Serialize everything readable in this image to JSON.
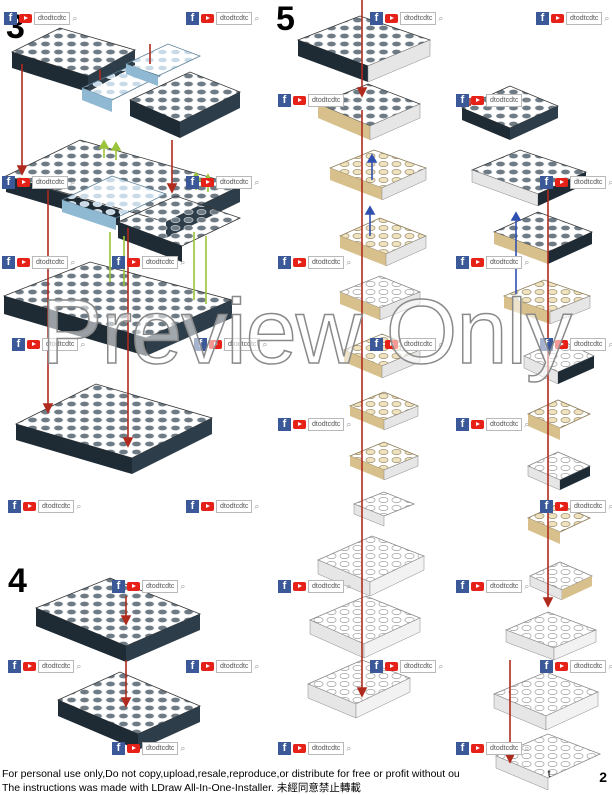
{
  "steps": {
    "s3": "3",
    "s4": "4",
    "s5": "5"
  },
  "watermark": {
    "text": "dtodtcdtc",
    "fb_glyph": "f",
    "icons": [
      "facebook-icon",
      "youtube-icon",
      "search-icon"
    ]
  },
  "overlay": {
    "text": "Preview Only"
  },
  "footer": {
    "line1": "For personal use only,Do not copy,upload,resale,reproduce,or distribute for free or profit without ou",
    "line1_tail": "t",
    "line2": "The instructions was made with LDraw All-In-One-Installer. 未經同意禁止轉載"
  },
  "page_number": "2",
  "colors": {
    "dark_brick": "#1e2b35",
    "light_blue": "#8fb8d2",
    "tan": "#d8c08c",
    "light_gray": "#e6e6e6",
    "arrow_red": "#b02a1e",
    "arrow_green": "#9ac43a",
    "arrow_blue": "#3050b0"
  }
}
